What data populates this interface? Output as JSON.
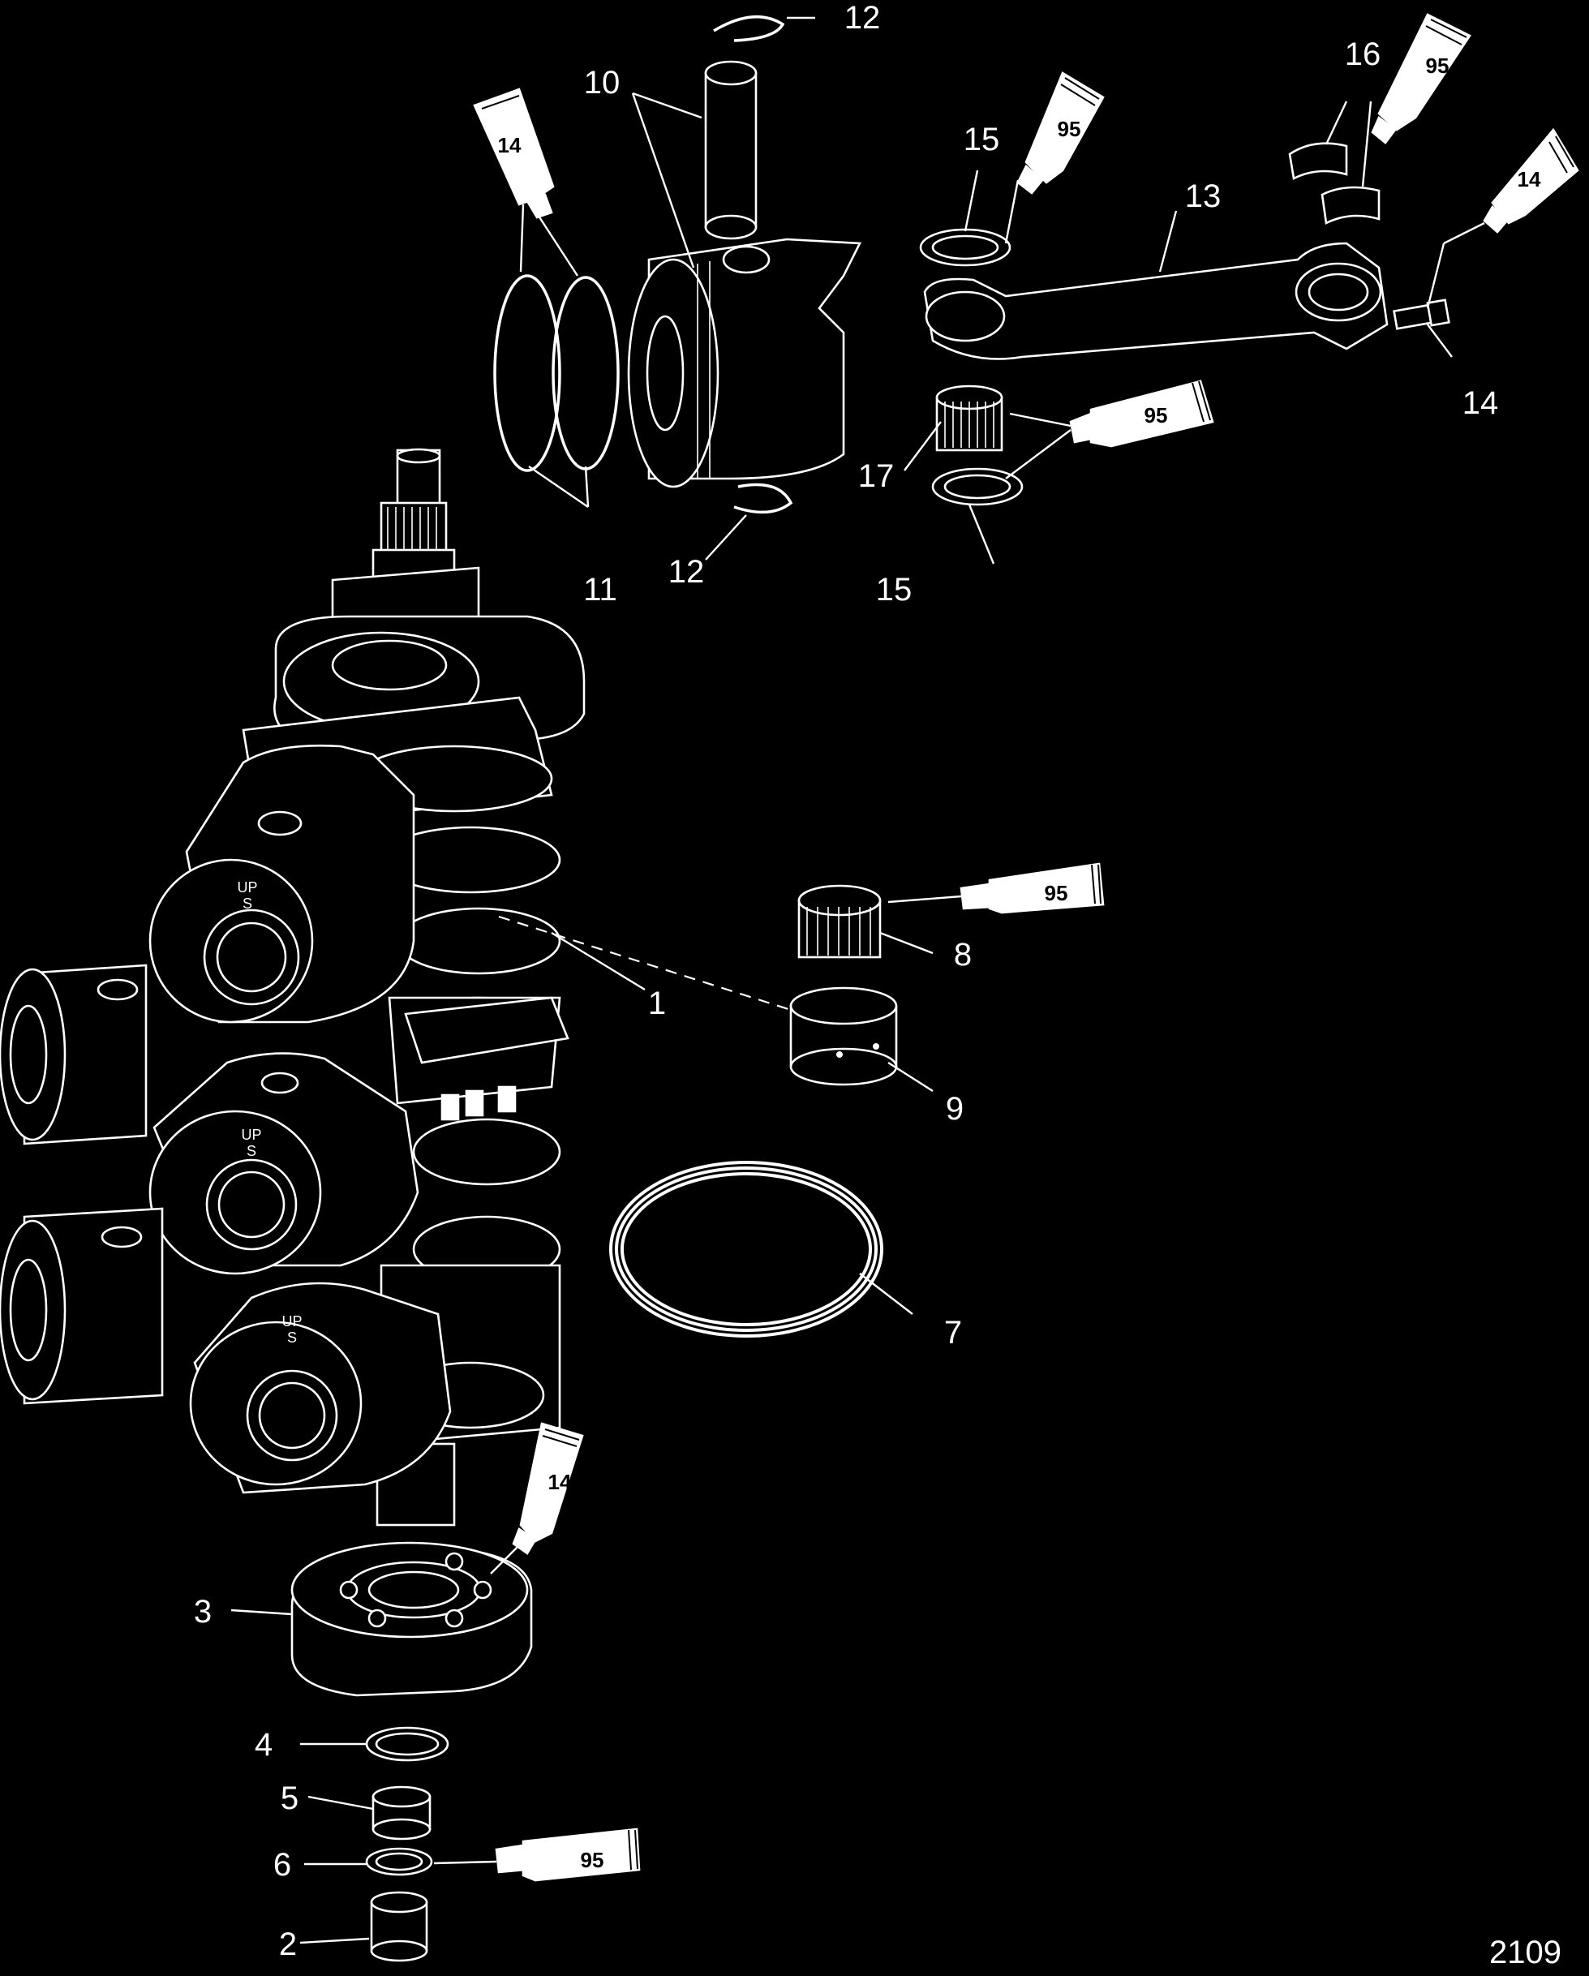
{
  "figure_number": "2109",
  "callouts": [
    {
      "id": "c1",
      "text": "1"
    },
    {
      "id": "c2",
      "text": "2"
    },
    {
      "id": "c3",
      "text": "3"
    },
    {
      "id": "c4",
      "text": "4"
    },
    {
      "id": "c5",
      "text": "5"
    },
    {
      "id": "c6",
      "text": "6"
    },
    {
      "id": "c7",
      "text": "7"
    },
    {
      "id": "c8",
      "text": "8"
    },
    {
      "id": "c9",
      "text": "9"
    },
    {
      "id": "c10",
      "text": "10"
    },
    {
      "id": "c11",
      "text": "11"
    },
    {
      "id": "c12a",
      "text": "12"
    },
    {
      "id": "c12b",
      "text": "12"
    },
    {
      "id": "c13",
      "text": "13"
    },
    {
      "id": "c14a",
      "text": "14"
    },
    {
      "id": "c15a",
      "text": "15"
    },
    {
      "id": "c15b",
      "text": "15"
    },
    {
      "id": "c16",
      "text": "16"
    },
    {
      "id": "c17",
      "text": "17"
    }
  ],
  "lubricant_tubes": [
    {
      "id": "t14a",
      "text": "14"
    },
    {
      "id": "t95a",
      "text": "95"
    },
    {
      "id": "t95b",
      "text": "95"
    },
    {
      "id": "t14b",
      "text": "14"
    },
    {
      "id": "t95c",
      "text": "95"
    },
    {
      "id": "t95d",
      "text": "95"
    },
    {
      "id": "t14c",
      "text": "14"
    },
    {
      "id": "t95e",
      "text": "95"
    }
  ],
  "piston_marks": [
    {
      "text": "UP"
    },
    {
      "text": "S"
    }
  ]
}
